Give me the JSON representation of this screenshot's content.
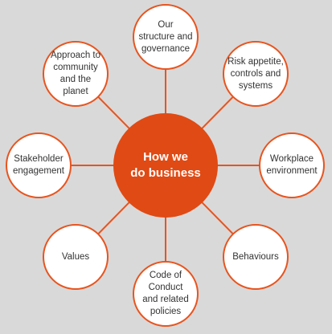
{
  "diagram": {
    "accent_color": "#e8541e",
    "hub_color": "#e04a14",
    "hub_label": "How we\ndo business",
    "nodes": [
      {
        "id": "structure",
        "label": "Our\nstructure and\ngovernance"
      },
      {
        "id": "risk",
        "label": "Risk appetite,\ncontrols and\nsystems"
      },
      {
        "id": "workplace",
        "label": "Workplace\nenvironment"
      },
      {
        "id": "behaviours",
        "label": "Behaviours"
      },
      {
        "id": "code",
        "label": "Code of\nConduct\nand related\npolicies"
      },
      {
        "id": "values",
        "label": "Values"
      },
      {
        "id": "stakeholder",
        "label": "Stakeholder\nengagement"
      },
      {
        "id": "community",
        "label": "Approach to\ncommunity\nand the\nplanet"
      }
    ]
  }
}
